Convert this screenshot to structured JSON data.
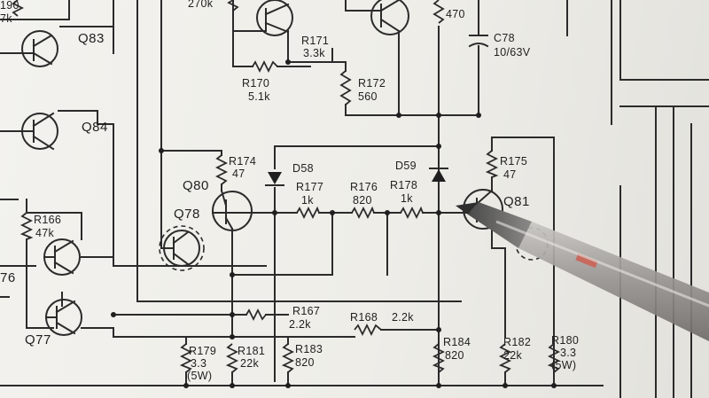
{
  "labels": {
    "r190": "190",
    "r190_val": "7k",
    "r270_val": "270k",
    "q83": "Q83",
    "q84": "Q84",
    "q80": "Q80",
    "q78": "Q78",
    "q76": "76",
    "q77": "Q77",
    "q81": "Q81",
    "r171": "R171",
    "r171_val": "3.3k",
    "r170": "R170",
    "r170_val": "5.1k",
    "r172": "R172",
    "r172_val": "560",
    "r173_val": "470",
    "c78": "C78",
    "c78_val": "10/63V",
    "r174": "R174",
    "r174_val": "47",
    "d58": "D58",
    "d59": "D59",
    "r177": "R177",
    "r177_val": "1k",
    "r176": "R176",
    "r176_val": "820",
    "r178": "R178",
    "r178_val": "1k",
    "r175": "R175",
    "r175_val": "47",
    "r166": "R166",
    "r166_val": "47k",
    "r167": "R167",
    "r167_val": "2.2k",
    "r168": "R168",
    "r168_val": "2.2k",
    "r179": "R179",
    "r179_val": "3.3",
    "r179_pw": "(5W)",
    "r181": "R181",
    "r181_val": "22k",
    "r183": "R183",
    "r183_val": "820",
    "r184": "R184",
    "r184_val": "820",
    "r182": "R182",
    "r182_val": "22k",
    "r180": "R180",
    "r180_val": "3.3",
    "r180_pw": "(5W)"
  }
}
